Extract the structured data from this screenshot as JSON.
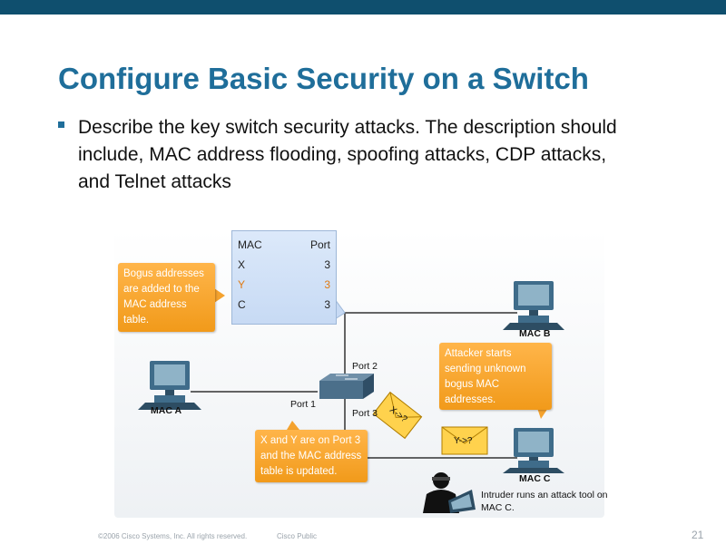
{
  "title": "Configure Basic Security on a Switch",
  "bullet": "Describe the key switch security attacks. The description should include, MAC address flooding, spoofing attacks, CDP attacks, and Telnet attacks",
  "mac_table": {
    "headers": [
      "MAC",
      "Port"
    ],
    "rows": [
      {
        "mac": "X",
        "port": "3",
        "highlight": false
      },
      {
        "mac": "Y",
        "port": "3",
        "highlight": true
      },
      {
        "mac": "C",
        "port": "3",
        "highlight": false
      }
    ]
  },
  "callouts": {
    "bogus": "Bogus addresses are added to the MAC address table.",
    "attacker": "Attacker starts sending unknown bogus MAC addresses.",
    "xy_port": "X and Y are on Port 3 and the MAC address table is updated."
  },
  "labels": {
    "mac_a": "MAC A",
    "mac_b": "MAC B",
    "mac_c": "MAC C",
    "port1": "Port 1",
    "port2": "Port 2",
    "port3": "Port 3",
    "env1": "X->?",
    "env2": "Y->?"
  },
  "intruder_text": "Intruder runs an attack tool on MAC C.",
  "footer": {
    "copyright": "©2006 Cisco Systems, Inc. All rights reserved.",
    "classification": "Cisco Public",
    "page": "21"
  },
  "colors": {
    "topbar": "#0f4f6e",
    "title": "#1f6e9a",
    "callout": "#f19a1a",
    "highlight": "#e07a12"
  }
}
